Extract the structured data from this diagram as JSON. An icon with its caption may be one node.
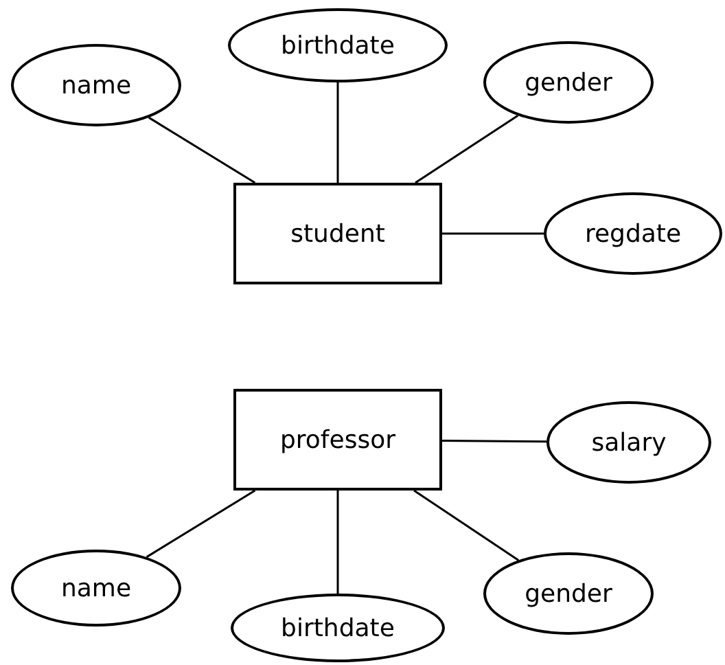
{
  "diagram": {
    "nodes": [
      {
        "text": [
          "student"
        ]
      },
      {
        "text": [
          "name"
        ]
      },
      {
        "text": [
          "birthdate"
        ]
      },
      {
        "text": [
          "gender"
        ]
      },
      {
        "text": [
          "regdate"
        ]
      },
      {
        "text": [
          "professor"
        ]
      },
      {
        "text": [
          "salary"
        ]
      },
      {
        "text": [
          "name"
        ]
      },
      {
        "text": [
          "birthdate"
        ]
      },
      {
        "text": [
          "gender"
        ]
      }
    ],
    "edges": [
      {
        "from": 0,
        "to": 1,
        "arrow": "none"
      },
      {
        "from": 0,
        "to": 2,
        "arrow": "none"
      },
      {
        "from": 0,
        "to": 3,
        "arrow": "none"
      },
      {
        "from": 0,
        "to": 4,
        "arrow": "none"
      },
      {
        "from": 5,
        "to": 6,
        "arrow": "none"
      },
      {
        "from": 5,
        "to": 7,
        "arrow": "none"
      },
      {
        "from": 5,
        "to": 8,
        "arrow": "none"
      },
      {
        "from": 5,
        "to": 9,
        "arrow": "none"
      }
    ]
  }
}
